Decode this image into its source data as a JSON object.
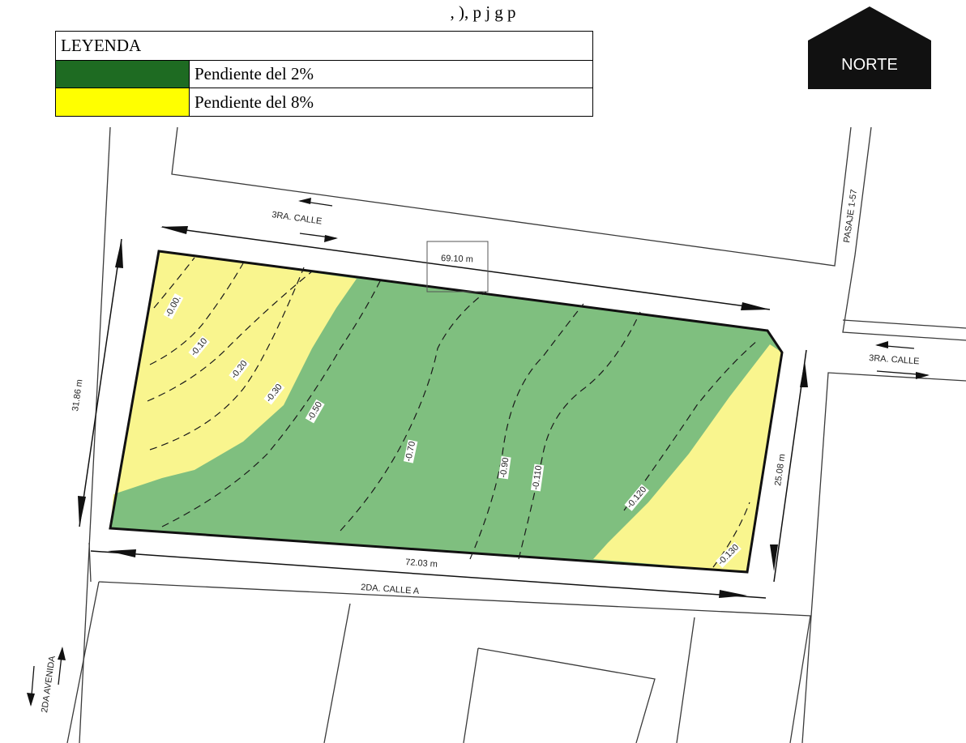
{
  "top_text": ", ), p                          j  g            p",
  "legend": {
    "title": "LEYENDA",
    "items": [
      {
        "label": "Pendiente del 2%",
        "color": "#1e6b22"
      },
      {
        "label": "Pendiente del 8%",
        "color": "#ffff00"
      }
    ]
  },
  "north": {
    "label": "NORTE",
    "color": "#111111"
  },
  "map": {
    "zone_colors": {
      "gentle": "#7fbf7f",
      "steep": "#f9f58e"
    },
    "streets": {
      "tercera_calle_top": "3RA. CALLE",
      "tercera_calle_right": "3RA. CALLE",
      "pasaje": "PASAJE 1-57",
      "segunda_calle_a": "2DA. CALLE A",
      "segunda_avenida": "2DA AVENIDA"
    },
    "dimensions": {
      "top": "69.10 m",
      "left": "31.86 m",
      "bottom": "72.03 m",
      "right": "25.08 m"
    },
    "contours": [
      "-0.00.",
      "-0.10",
      "-0.20",
      "-0.30",
      "-0.50",
      "-0.70",
      "-0.90",
      "-0.110",
      "-0.120",
      "-0.130"
    ]
  }
}
